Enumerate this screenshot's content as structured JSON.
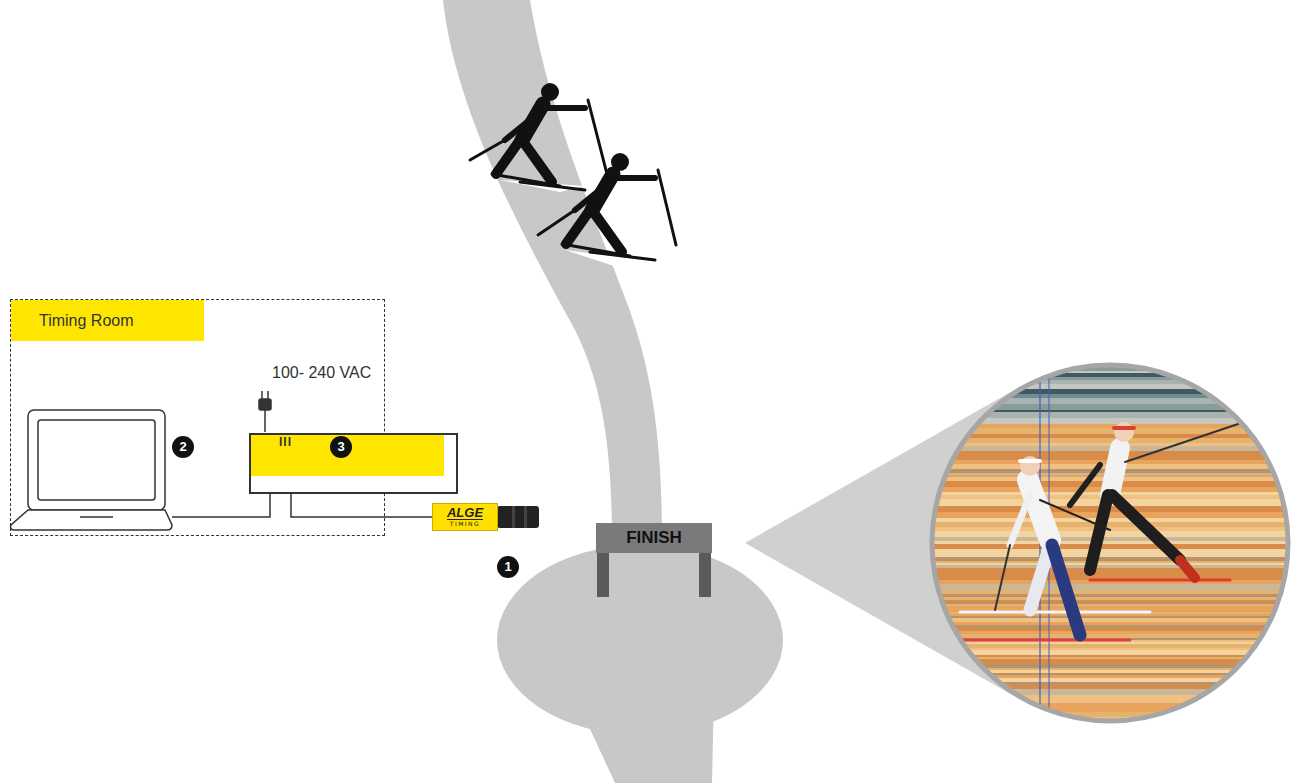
{
  "diagram": {
    "nodes": [
      {
        "text": [
          "Timing Room"
        ]
      },
      {
        "text": [
          "III"
        ],
        "in": 0
      },
      {
        "text": [
          "ALGE",
          "TIMING"
        ]
      },
      {
        "text": [
          "FINISH"
        ]
      }
    ],
    "edges": [
      {
        "from": 1,
        "to": 2,
        "arrow": "none"
      }
    ],
    "labels": [
      "100- 240 VAC",
      "2",
      "3",
      "1"
    ]
  }
}
